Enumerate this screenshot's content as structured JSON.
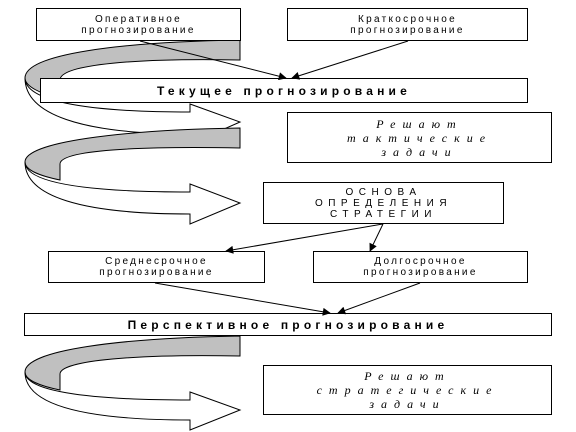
{
  "diagram": {
    "operative": [
      "Оперативное",
      "прогнозирование"
    ],
    "shortterm": [
      "Краткосрочное",
      "прогнозирование"
    ],
    "current": "Текущее прогнозирование",
    "tactical": [
      "Решают",
      "тактические",
      "задачи"
    ],
    "strategy_basis": [
      "ОСНОВА",
      "ОПРЕДЕЛЕНИЯ",
      "СТРАТЕГИИ"
    ],
    "midterm": [
      "Среднесрочное",
      "прогнозирование"
    ],
    "longterm": [
      "Долгосрочное",
      "прогнозирование"
    ],
    "perspective": "Перспективное прогнозирование",
    "strategic": [
      "Решают",
      "стратегические",
      "задачи"
    ]
  },
  "colors": {
    "stroke": "#000000",
    "ribbon_shade": "#c0c0c0",
    "background": "#ffffff"
  }
}
